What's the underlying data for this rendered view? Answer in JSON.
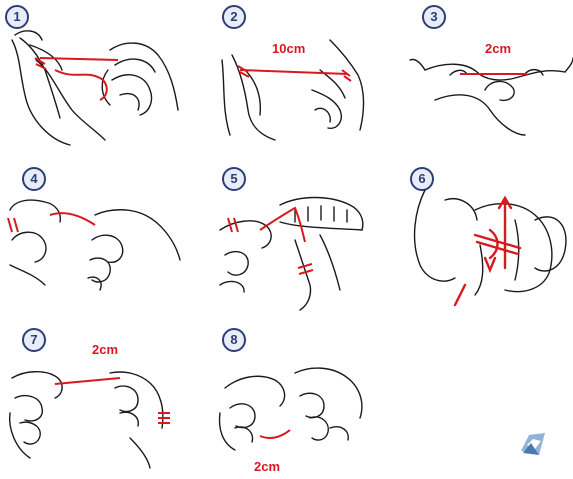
{
  "steps": [
    {
      "number": "1",
      "label": ""
    },
    {
      "number": "2",
      "label": "10cm"
    },
    {
      "number": "3",
      "label": "2cm"
    },
    {
      "number": "4",
      "label": ""
    },
    {
      "number": "5",
      "label": ""
    },
    {
      "number": "6",
      "label": ""
    },
    {
      "number": "7",
      "label": "2cm"
    },
    {
      "number": "8",
      "label": "2cm"
    }
  ],
  "colors": {
    "floss": "#d71920",
    "outline": "#1a1a1a",
    "badge": "#2c3e78"
  },
  "logo": "brand-logo-icon"
}
